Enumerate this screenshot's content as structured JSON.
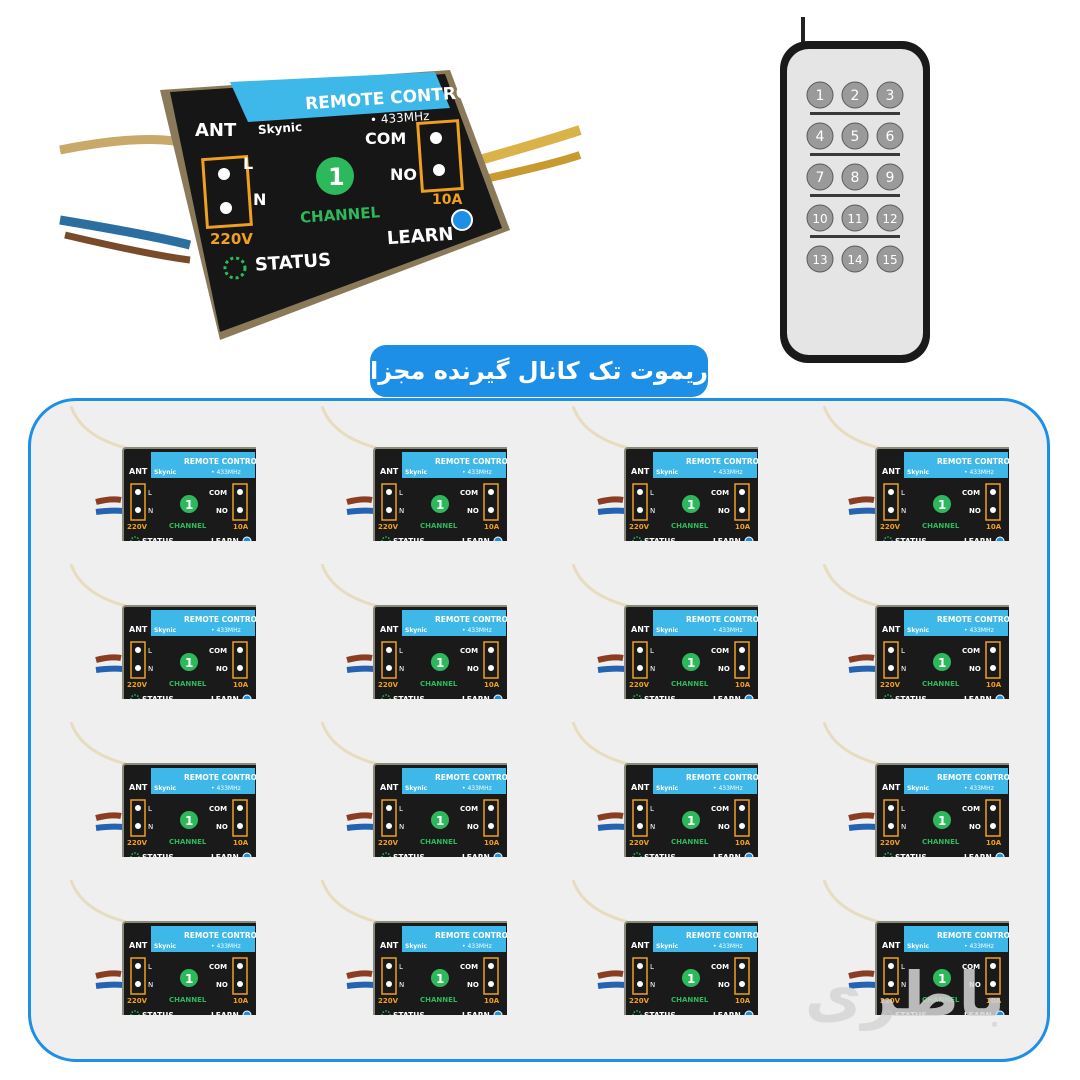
{
  "title": "ریموت تک کانال گیرنده مجزا",
  "watermark": "باطری",
  "receiver": {
    "ant": "ANT",
    "header": "REMOTE CONTROL",
    "freq": "• 433MHz",
    "brand": "Skynic",
    "l": "L",
    "n": "N",
    "com": "COM",
    "no": "NO",
    "v220": "220V",
    "a10": "10A",
    "channel_num": "1",
    "channel": "CHANNEL",
    "status": "STATUS",
    "learn": "LEARN"
  },
  "remote": {
    "buttons": [
      "1",
      "2",
      "3",
      "4",
      "5",
      "6",
      "7",
      "8",
      "9",
      "10",
      "11",
      "12",
      "13",
      "14",
      "15"
    ]
  },
  "grid": {
    "rows": 4,
    "cols": 4
  },
  "colors": {
    "accent_blue": "#1e8fe6",
    "label_blue": "#3eb8e8",
    "channel_green": "#2eb85c",
    "terminal_orange": "#f0a020",
    "panel_bg": "#efefef"
  }
}
